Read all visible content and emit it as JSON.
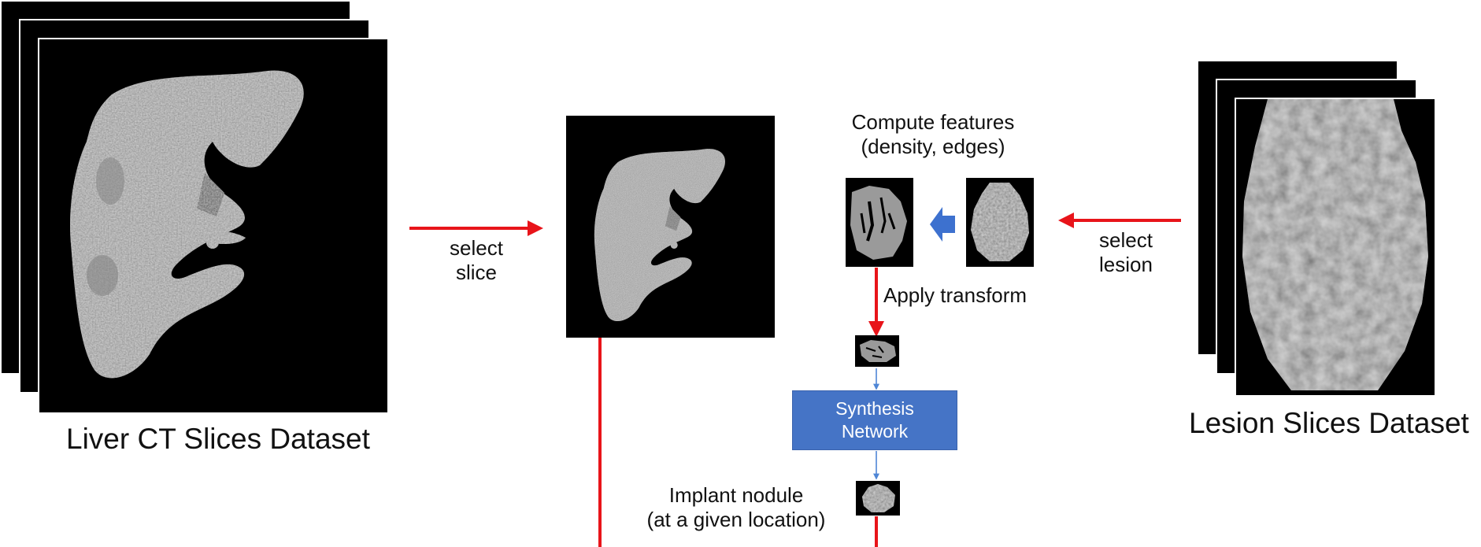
{
  "colors": {
    "arrow_red": "#e8141a",
    "arrow_blue_thin": "#4f86d6",
    "block_arrow_blue": "#3d71cf",
    "synthesis_fill": "#4574c6",
    "image_background": "#000000",
    "tissue_gray": "#a8a8a8"
  },
  "icons": {
    "liver_stack": "liver-ct-slice-stack-image",
    "selected_slice": "liver-ct-slice-image",
    "lesion_stack": "lesion-slice-stack-image",
    "edge_map": "edge-feature-map-image",
    "lesion_crop": "lesion-crop-image",
    "small_mask": "transformed-lesion-mask-image",
    "synthesized": "synthesized-nodule-image",
    "feature_arrow": "blue-block-arrow-left"
  },
  "labels": {
    "liver_dataset": "Liver CT Slices Dataset",
    "lesion_dataset": "Lesion Slices Dataset",
    "select_slice": [
      "select",
      "slice"
    ],
    "select_lesion": [
      "select",
      "lesion"
    ],
    "compute_features": [
      "Compute features",
      "(density, edges)"
    ],
    "apply_transform": "Apply transform",
    "synthesis_network": [
      "Synthesis",
      "Network"
    ],
    "implant_nodule": [
      "Implant nodule",
      "(at a given location)"
    ]
  }
}
